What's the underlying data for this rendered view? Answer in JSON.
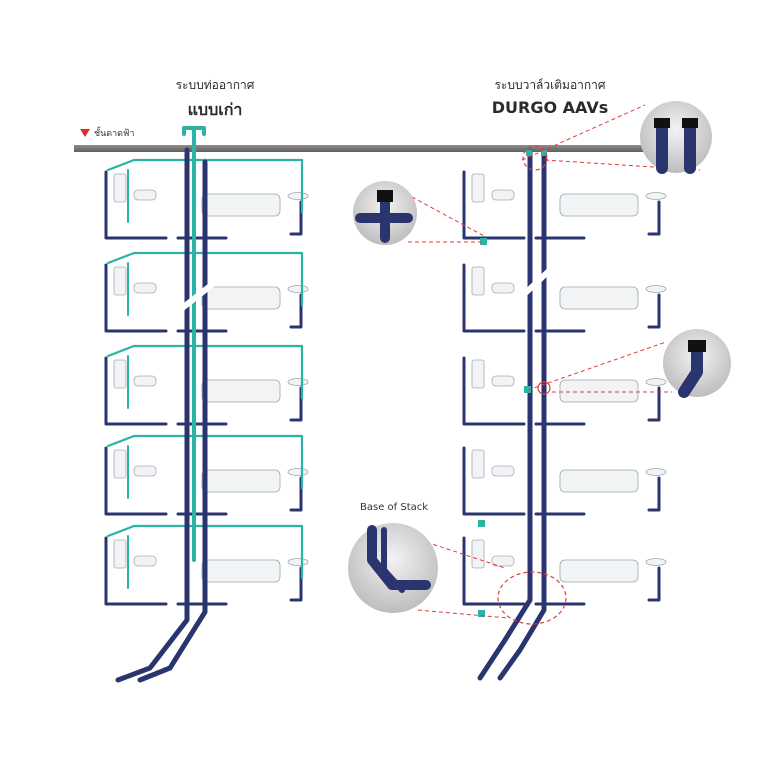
{
  "left_system": {
    "subtitle": "ระบบท่ออากาศ",
    "title": "แบบเก่า"
  },
  "right_system": {
    "subtitle": "ระบบวาล์วเติมอากาศ",
    "title": "DURGO AAVs"
  },
  "roof_label": "ชั้นดาดฟ้า",
  "base_label": "Base of Stack",
  "colors": {
    "pipe_dark": "#2a3570",
    "vent_teal": "#2bb3a6",
    "roof": "#7b7b7b",
    "callout": "#e03b3b",
    "fixture": "#f1f3f5"
  }
}
